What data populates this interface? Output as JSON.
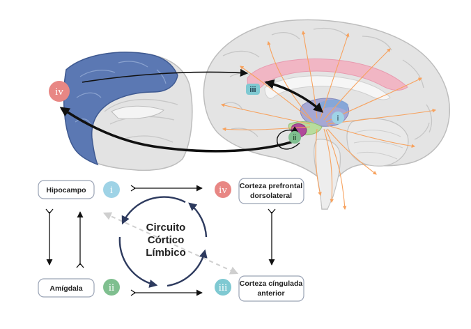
{
  "numerals": {
    "i": "i",
    "ii": "ii",
    "iii": "iii",
    "iv": "iv"
  },
  "boxes": {
    "hippocampus": "Hipocampo",
    "amygdala": "Amígdala",
    "dlpfc_line1": "Corteza prefrontal",
    "dlpfc_line2": "dorsolateral",
    "acc_line1": "Corteza cíngulada",
    "acc_line2": "anterior"
  },
  "center": {
    "line1": "Circuito",
    "line2": "Córtico",
    "line3": "Límbico"
  },
  "colors": {
    "i": "#9fd3e6",
    "ii": "#7fbf8f",
    "iii": "#7fc9d2",
    "iv": "#e88784",
    "cortex_blue": "#5b78b3",
    "cingulate_pink": "#f1b6c4",
    "fiber_orange": "#f7a25e",
    "brain_grey": "#dcdcdc",
    "navy": "#2d3a5e"
  }
}
